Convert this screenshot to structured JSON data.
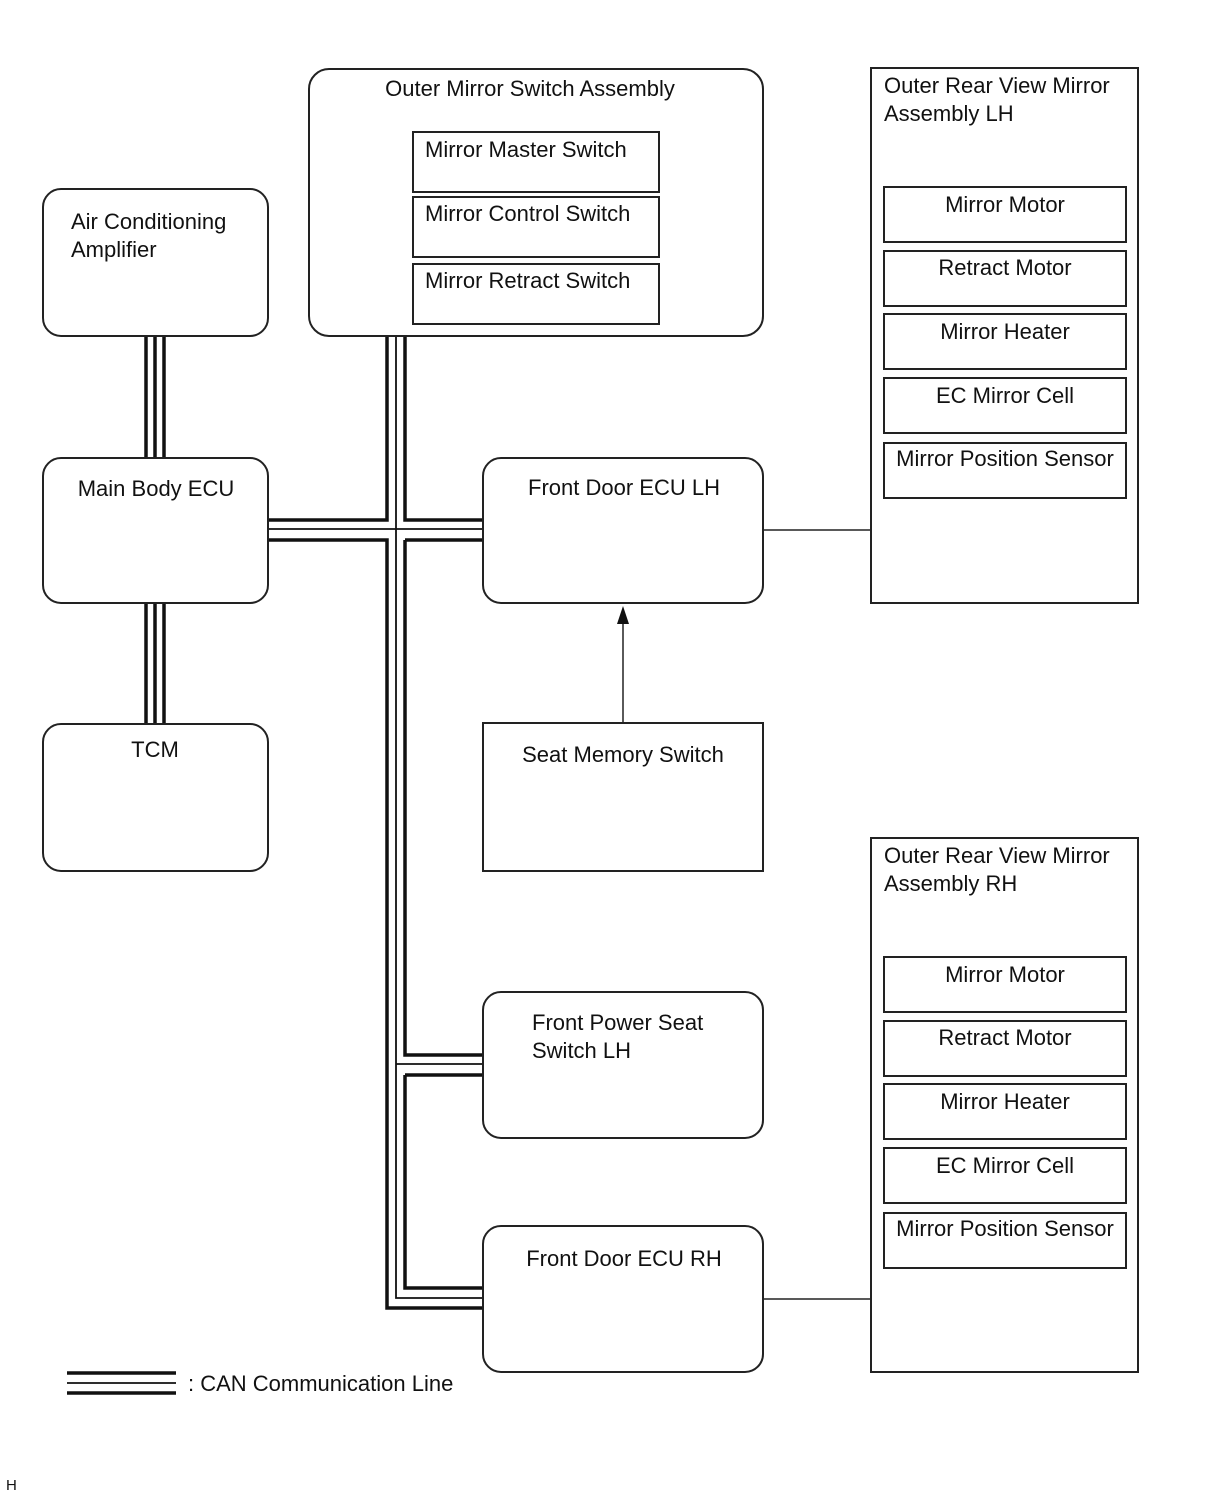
{
  "components": {
    "air_conditioning_amplifier": [
      "Air Conditioning",
      "Amplifier"
    ],
    "main_body_ecu": "Main Body ECU",
    "tcm": "TCM",
    "outer_mirror_switch_assembly": {
      "title": "Outer Mirror Switch Assembly",
      "items": [
        "Mirror Master Switch",
        "Mirror Control Switch",
        "Mirror Retract Switch"
      ]
    },
    "front_door_ecu_lh": "Front Door ECU LH",
    "seat_memory_switch": "Seat Memory Switch",
    "front_power_seat_switch_lh": [
      "Front Power Seat",
      "Switch LH"
    ],
    "front_door_ecu_rh": "Front Door ECU RH",
    "outer_rear_view_mirror_lh": {
      "title": [
        "Outer Rear View Mirror",
        "Assembly LH"
      ],
      "items": [
        "Mirror Motor",
        "Retract Motor",
        "Mirror Heater",
        "EC Mirror Cell",
        "Mirror Position Sensor"
      ]
    },
    "outer_rear_view_mirror_rh": {
      "title": [
        "Outer Rear View Mirror",
        "Assembly RH"
      ],
      "items": [
        "Mirror Motor",
        "Retract Motor",
        "Mirror Heater",
        "EC Mirror Cell",
        "Mirror Position Sensor"
      ]
    }
  },
  "legend": {
    "can_line": ": CAN Communication Line"
  },
  "footer_code": "H"
}
